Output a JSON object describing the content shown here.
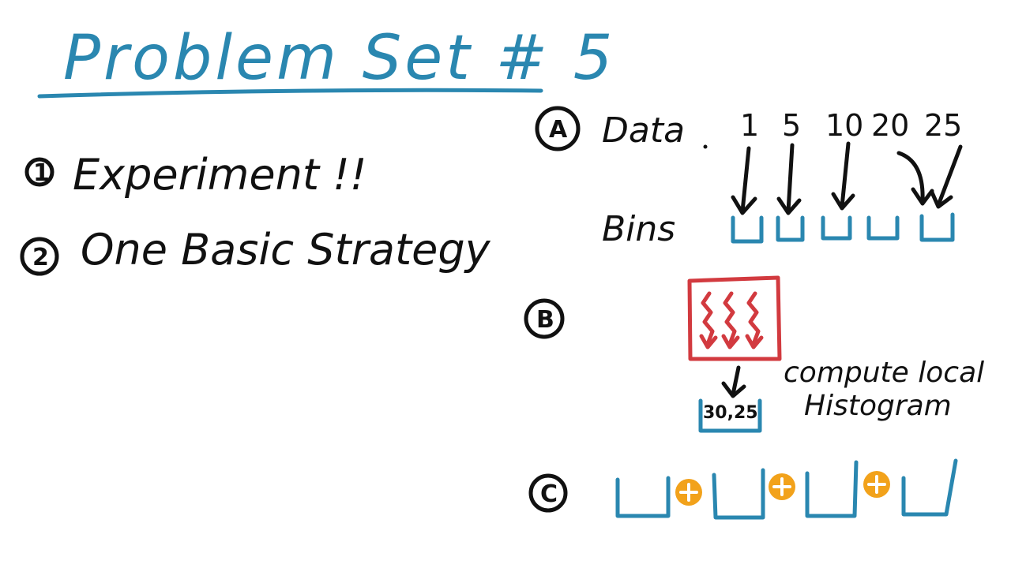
{
  "title": "Problem Set # 5",
  "items": [
    {
      "marker": "1",
      "text": "Experiment !!"
    },
    {
      "marker": "2",
      "text": "One Basic Strategy"
    }
  ],
  "section_a": {
    "marker": "A",
    "data_label": "Data",
    "values": [
      "1",
      "5",
      "10",
      "20",
      "25"
    ],
    "bins_label": "Bins"
  },
  "section_b": {
    "marker": "B",
    "bin_content": "30,25",
    "note_line1": "compute local",
    "note_line2": "Histogram"
  },
  "section_c": {
    "marker": "C"
  },
  "colors": {
    "title": "#2a87b0",
    "ink": "#111111",
    "bin": "#2a87b0",
    "block": "#d23a3f",
    "plus": "#f2a21b"
  }
}
